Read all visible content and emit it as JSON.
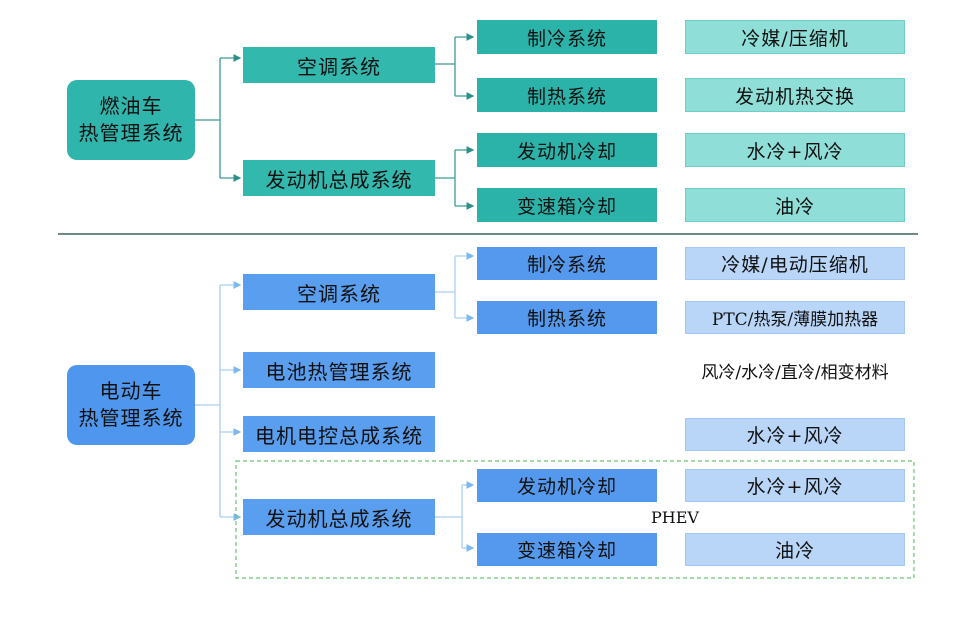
{
  "fuel": {
    "main": [
      "燃油车",
      "热管理系统"
    ],
    "ac": "空调系统",
    "engine": "发动机总成系统",
    "cooling": "制冷系统",
    "heating": "制热系统",
    "engine_cooling": "发动机冷却",
    "gearbox_cooling": "变速箱冷却",
    "cooling_leaf": "冷媒/压缩机",
    "heating_leaf": "发动机热交换",
    "engine_leaf": "水冷+风冷",
    "gearbox_leaf": "油冷"
  },
  "ev": {
    "main": [
      "电动车",
      "热管理系统"
    ],
    "ac": "空调系统",
    "battery": "电池热管理系统",
    "motor": "电机电控总成系统",
    "engine": "发动机总成系统",
    "cooling": "制冷系统",
    "heating": "制热系统",
    "engine_cooling": "发动机冷却",
    "gearbox_cooling": "变速箱冷却",
    "cooling_leaf": "冷媒/电动压缩机",
    "heating_leaf": "PTC/热泵/薄膜加热器",
    "battery_leaf": "风冷/水冷/直冷/相变材料",
    "motor_leaf": "水冷+风冷",
    "engine_leaf": "水冷+风冷",
    "gearbox_leaf": "油冷",
    "phev_label": "PHEV"
  },
  "colors": {
    "teal": "#2fb5ac",
    "teal_light": "#8fded7",
    "blue": "#4f97ee",
    "blue_light": "#b9d6f8",
    "divider": "#6b8a86",
    "phev_border": "#6cc46c"
  }
}
